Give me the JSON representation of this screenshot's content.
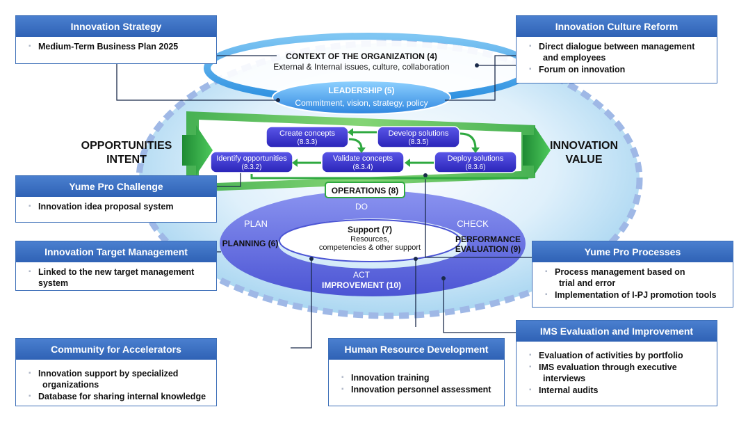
{
  "center": {
    "context_title": "CONTEXT OF THE ORGANIZATION (4)",
    "context_sub": "External & Internal issues, culture, collaboration",
    "leadership_title": "LEADERSHIP (5)",
    "leadership_sub": "Commitment, vision, strategy, policy",
    "opportunities_line1": "OPPORTUNITIES",
    "opportunities_line2": "INTENT",
    "value_line1": "INNOVATION",
    "value_line2": "VALUE",
    "operations": "OPERATIONS (8)",
    "processes": [
      {
        "label": "Create concepts",
        "code": "(8.3.3)"
      },
      {
        "label": "Develop solutions",
        "code": "(8.3.5)"
      },
      {
        "label": "Identify opportunities",
        "code": "(8.3.2)"
      },
      {
        "label": "Validate concepts",
        "code": "(8.3.4)"
      },
      {
        "label": "Deploy solutions",
        "code": "(8.3.6)"
      }
    ],
    "pdca": {
      "do": "DO",
      "plan": "PLAN",
      "check": "CHECK",
      "act": "ACT"
    },
    "planning": "PLANNING (6)",
    "performance_line1": "PERFORMANCE",
    "performance_line2": "EVALUATION (9)",
    "improvement": "IMPROVEMENT (10)",
    "support_title": "Support (7)",
    "support_line1": "Resources,",
    "support_line2": "competencies & other support"
  },
  "boxes": {
    "strategy": {
      "title": "Innovation Strategy",
      "items": [
        "Medium-Term Business Plan 2025"
      ]
    },
    "culture": {
      "title": "Innovation Culture Reform",
      "items": [
        "Direct dialogue between management",
        "and employees",
        "Forum on innovation"
      ]
    },
    "yume_challenge": {
      "title": "Yume Pro Challenge",
      "items": [
        "Innovation idea proposal system"
      ]
    },
    "target": {
      "title": "Innovation Target Management",
      "items": [
        "Linked to the new target management",
        "system"
      ]
    },
    "yume_processes": {
      "title": "Yume Pro Processes",
      "items": [
        "Process management based on",
        "trial and error",
        "Implementation of I-PJ promotion tools"
      ]
    },
    "ims": {
      "title": "IMS Evaluation and Improvement",
      "items": [
        "Evaluation of activities by portfolio",
        "IMS evaluation through executive",
        "interviews",
        "Internal audits"
      ]
    },
    "community": {
      "title": "Community for Accelerators",
      "items": [
        "Innovation support by specialized",
        "organizations",
        "Database for sharing internal knowledge"
      ]
    },
    "hrd": {
      "title": "Human Resource Development",
      "items": [
        "Innovation training",
        "Innovation personnel assessment"
      ]
    }
  }
}
